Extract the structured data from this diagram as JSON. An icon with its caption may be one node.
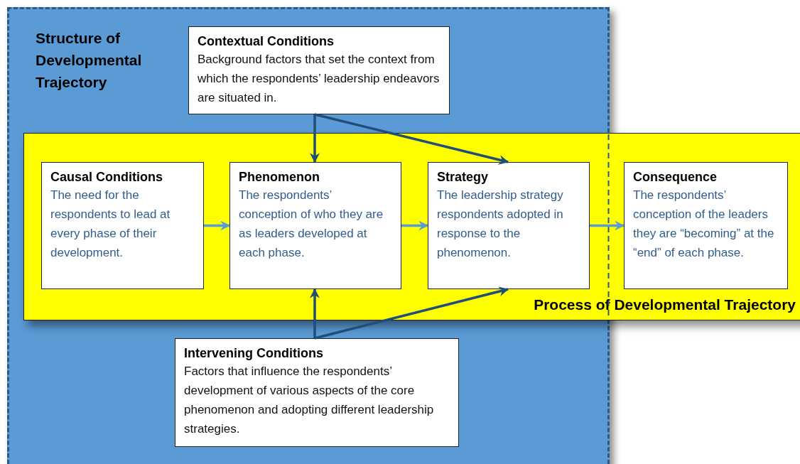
{
  "diagram": {
    "nodes": [
      {
        "text": [
          "Structure of Developmental Trajectory"
        ]
      },
      {
        "text": [
          "Contextual Conditions",
          "Background factors that set the context from which the respondents’ leadership endeavors are situated in."
        ],
        "in": 0
      },
      {
        "text": [
          "Process of Developmental Trajectory"
        ]
      },
      {
        "text": [
          "Causal Conditions",
          "The need for the respondents to lead at every phase of their development."
        ]
      },
      {
        "text": [
          "Phenomenon",
          "The respondents’ conception of who they are as leaders developed at each phase."
        ]
      },
      {
        "text": [
          "Strategy",
          "The leadership strategy respondents adopted in response to the phenomenon."
        ]
      },
      {
        "text": [
          "Consequence",
          "The respondents’ conception of the leaders they are “becoming” at the “end” of each phase."
        ],
        "in": 2
      },
      {
        "text": [
          "Intervening Conditions",
          "Factors that influence the respondents’ development of various aspects of the core phenomenon and adopting different leadership strategies."
        ],
        "in": 0
      }
    ],
    "edges": [
      {
        "from": 3,
        "to": 4,
        "arrow": "to",
        "color": "#5b9bd5"
      },
      {
        "from": 4,
        "to": 5,
        "arrow": "to",
        "color": "#5b9bd5"
      },
      {
        "from": 5,
        "to": 6,
        "arrow": "to",
        "color": "#5b9bd5"
      },
      {
        "from": 1,
        "to": 4,
        "arrow": "to"
      },
      {
        "from": 1,
        "to": 5,
        "arrow": "to"
      },
      {
        "from": 7,
        "to": 4,
        "arrow": "to"
      },
      {
        "from": 7,
        "to": 5,
        "arrow": "to"
      }
    ]
  }
}
